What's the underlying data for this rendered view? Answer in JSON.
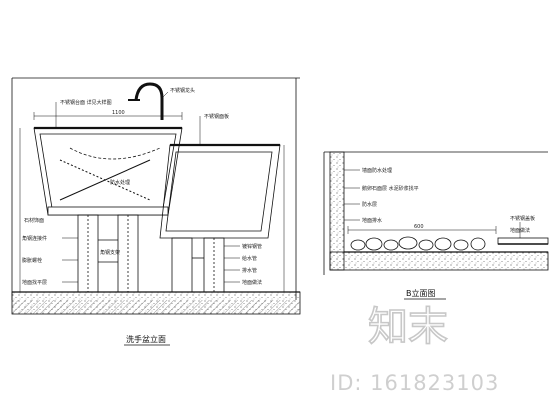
{
  "left_view": {
    "caption": "洗手盆立面",
    "labels": {
      "tap": "不锈钢龙头",
      "basin_top": "不锈钢台面 详见大样图",
      "basin_inner": "防水处理",
      "box_top": "不锈钢面板",
      "left_side": "石材饰面",
      "leg_mid": "角钢支架",
      "right_1": "镀锌钢管",
      "right_2": "给水管",
      "right_3": "排水管",
      "right_4": "地面做法",
      "left_low_1": "角钢连接件",
      "left_low_2": "膨胀螺栓",
      "left_low_3": "地面找平层"
    },
    "dims": {
      "top": "1100"
    }
  },
  "right_view": {
    "caption": "B立面图",
    "labels": {
      "l1": "墙面防水处理",
      "l2": "鹅卵石面层 水泥砂浆找平",
      "l3": "防水层",
      "l4": "地面排水",
      "r1": "不锈钢盖板",
      "r2": "地面做法"
    },
    "dims": {
      "width": "600"
    }
  },
  "watermark": {
    "logo_text": "知末",
    "id_text": "ID: 161823103"
  }
}
